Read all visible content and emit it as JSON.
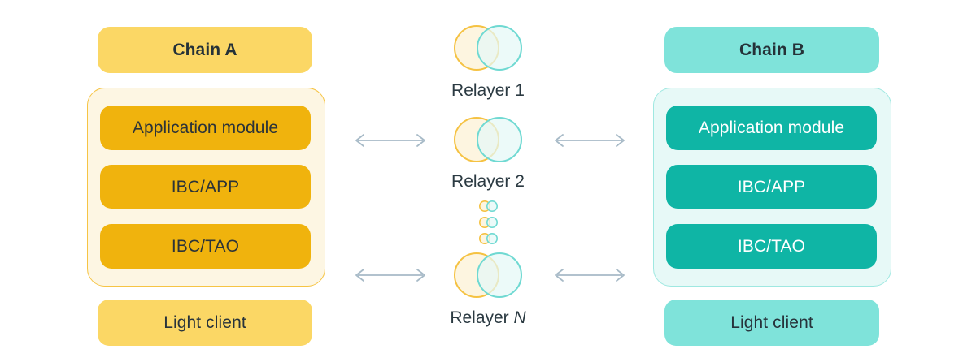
{
  "diagram": {
    "title": "IBC Chain A / Chain B relayer architecture",
    "background": "#ffffff"
  },
  "colors": {
    "chain_a_header_bg": "#FBD765",
    "chain_a_outer_bg": "#FDF6E3",
    "chain_a_outer_border": "#F6C444",
    "chain_a_bar_bg": "#F0B30D",
    "chain_a_light_bg": "#FBD765",
    "chain_b_header_bg": "#7FE3DA",
    "chain_b_outer_bg": "#E7F9F7",
    "chain_b_outer_border": "#9FE8E1",
    "chain_b_bar_bg": "#0FB5A5",
    "chain_b_light_bg": "#7FE3DA",
    "arrow": "#A7BAC7",
    "venn_left_stroke": "#F5C242",
    "venn_left_fill": "#FDF5E0",
    "venn_right_stroke": "#6FD9D2",
    "venn_right_fill": "#E4F8F6",
    "dark_text": "#27333b",
    "light_text": "#ffffff"
  },
  "chain_a": {
    "header": "Chain A",
    "layers": [
      "Application module",
      "IBC/APP",
      "IBC/TAO"
    ],
    "light_client": "Light client"
  },
  "chain_b": {
    "header": "Chain B",
    "layers": [
      "Application module",
      "IBC/APP",
      "IBC/TAO"
    ],
    "light_client": "Light client"
  },
  "relayers": [
    {
      "label": "Relayer 1",
      "label_plain": "Relayer 1",
      "suffix": ""
    },
    {
      "label": "Relayer 2",
      "label_plain": "Relayer 2",
      "suffix": ""
    },
    {
      "label": "Relayer N",
      "label_prefix": "Relayer ",
      "suffix": "N"
    }
  ],
  "ellipsis": {
    "name": "vertical-ellipsis-relayers",
    "count": 3
  },
  "arrows": {
    "symbol": "double-headed-arrow",
    "left": [
      {
        "id": "arrow-left-relayer-2"
      },
      {
        "id": "arrow-left-relayer-n"
      }
    ],
    "right": [
      {
        "id": "arrow-right-relayer-2"
      },
      {
        "id": "arrow-right-relayer-n"
      }
    ]
  }
}
